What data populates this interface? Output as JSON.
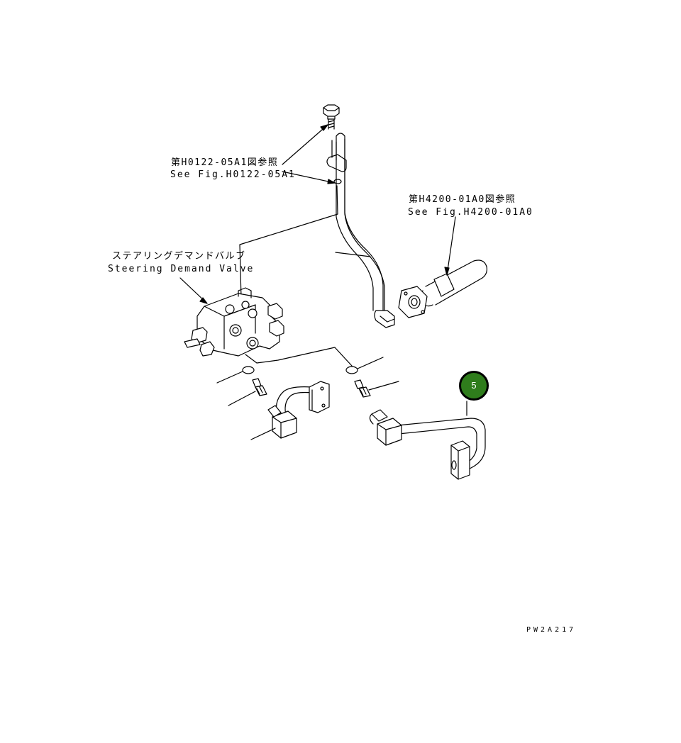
{
  "labels": {
    "ref1_jp": "第H0122-05A1図参照",
    "ref1_en": "See Fig.H0122-05A1",
    "ref2_jp": "第H4200-01A0図参照",
    "ref2_en": "See Fig.H4200-01A0",
    "valve_jp": "ステアリングデマンドバルブ",
    "valve_en": "Steering Demand Valve"
  },
  "callout": {
    "number": "5",
    "color": "#2f7d1c"
  },
  "drawing_code": "PW2A217"
}
